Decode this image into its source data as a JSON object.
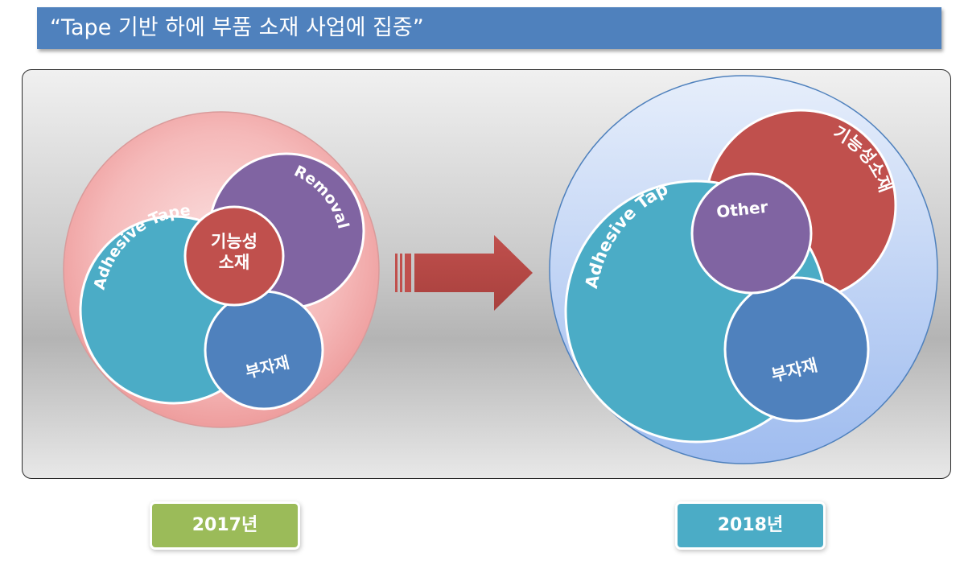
{
  "header": {
    "title": "“Tape 기반 하에 부품 소재 사업에 집중”"
  },
  "diagram_2017": {
    "adhesive_tape": "Adhesive Tape",
    "removal": "Removal",
    "functional_line1": "기능성",
    "functional_line2": "소재",
    "sub_material": "부자재"
  },
  "diagram_2018": {
    "adhesive_tape": "Adhesive Tape",
    "functional": "기능성소재",
    "other": "Other",
    "sub_material": "부자재"
  },
  "years": {
    "left": "2017년",
    "right": "2018년"
  },
  "colors": {
    "title_bg": "#4f81bd",
    "teal": "#4bacc6",
    "purple": "#8064a2",
    "red": "#c0504d",
    "blue": "#4f81bd",
    "green": "#9bbb59"
  }
}
